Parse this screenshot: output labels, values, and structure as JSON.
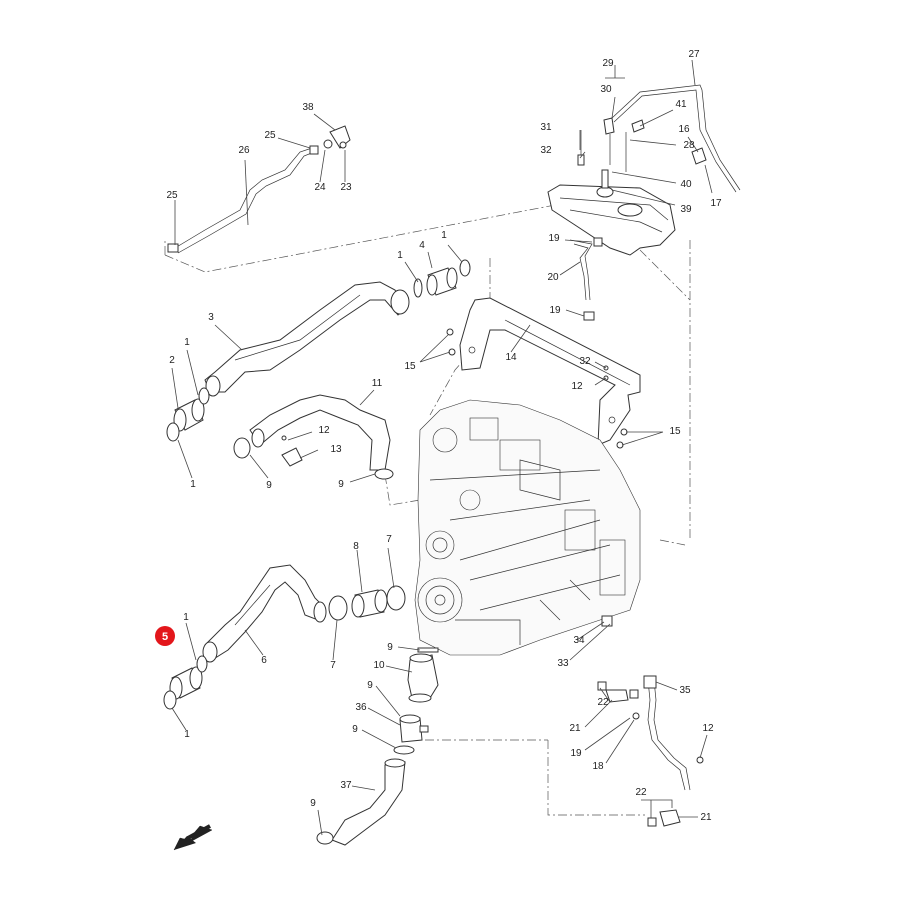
{
  "diagram": {
    "highlight_label": "5",
    "labels": {
      "p1": "1",
      "p1b": "1",
      "p1c": "1",
      "p1d": "1",
      "p1e": "1",
      "p1f": "1",
      "p2": "2",
      "p3": "3",
      "p4": "4",
      "p6": "6",
      "p7": "7",
      "p7b": "7",
      "p8": "8",
      "p9": "9",
      "p9b": "9",
      "p9c": "9",
      "p9d": "9",
      "p9e": "9",
      "p9f": "9",
      "p10": "10",
      "p11": "11",
      "p12": "12",
      "p12b": "12",
      "p12c": "12",
      "p13": "13",
      "p14": "14",
      "p15": "15",
      "p15b": "15",
      "p16": "16",
      "p17": "17",
      "p18": "18",
      "p19": "19",
      "p19b": "19",
      "p19c": "19",
      "p20": "20",
      "p21": "21",
      "p21b": "21",
      "p22": "22",
      "p22b": "22",
      "p23": "23",
      "p24": "24",
      "p25": "25",
      "p25b": "25",
      "p26": "26",
      "p27": "27",
      "p28": "28",
      "p29": "29",
      "p30": "30",
      "p31": "31",
      "p32": "32",
      "p32b": "32",
      "p33": "33",
      "p34": "34",
      "p35": "35",
      "p36": "36",
      "p37": "37",
      "p38": "38",
      "p39": "39",
      "p40": "40",
      "p41": "41"
    },
    "colors": {
      "highlight": "#e3161b",
      "line": "#333333"
    },
    "icons": {
      "direction": "arrow-down-left-icon"
    }
  }
}
